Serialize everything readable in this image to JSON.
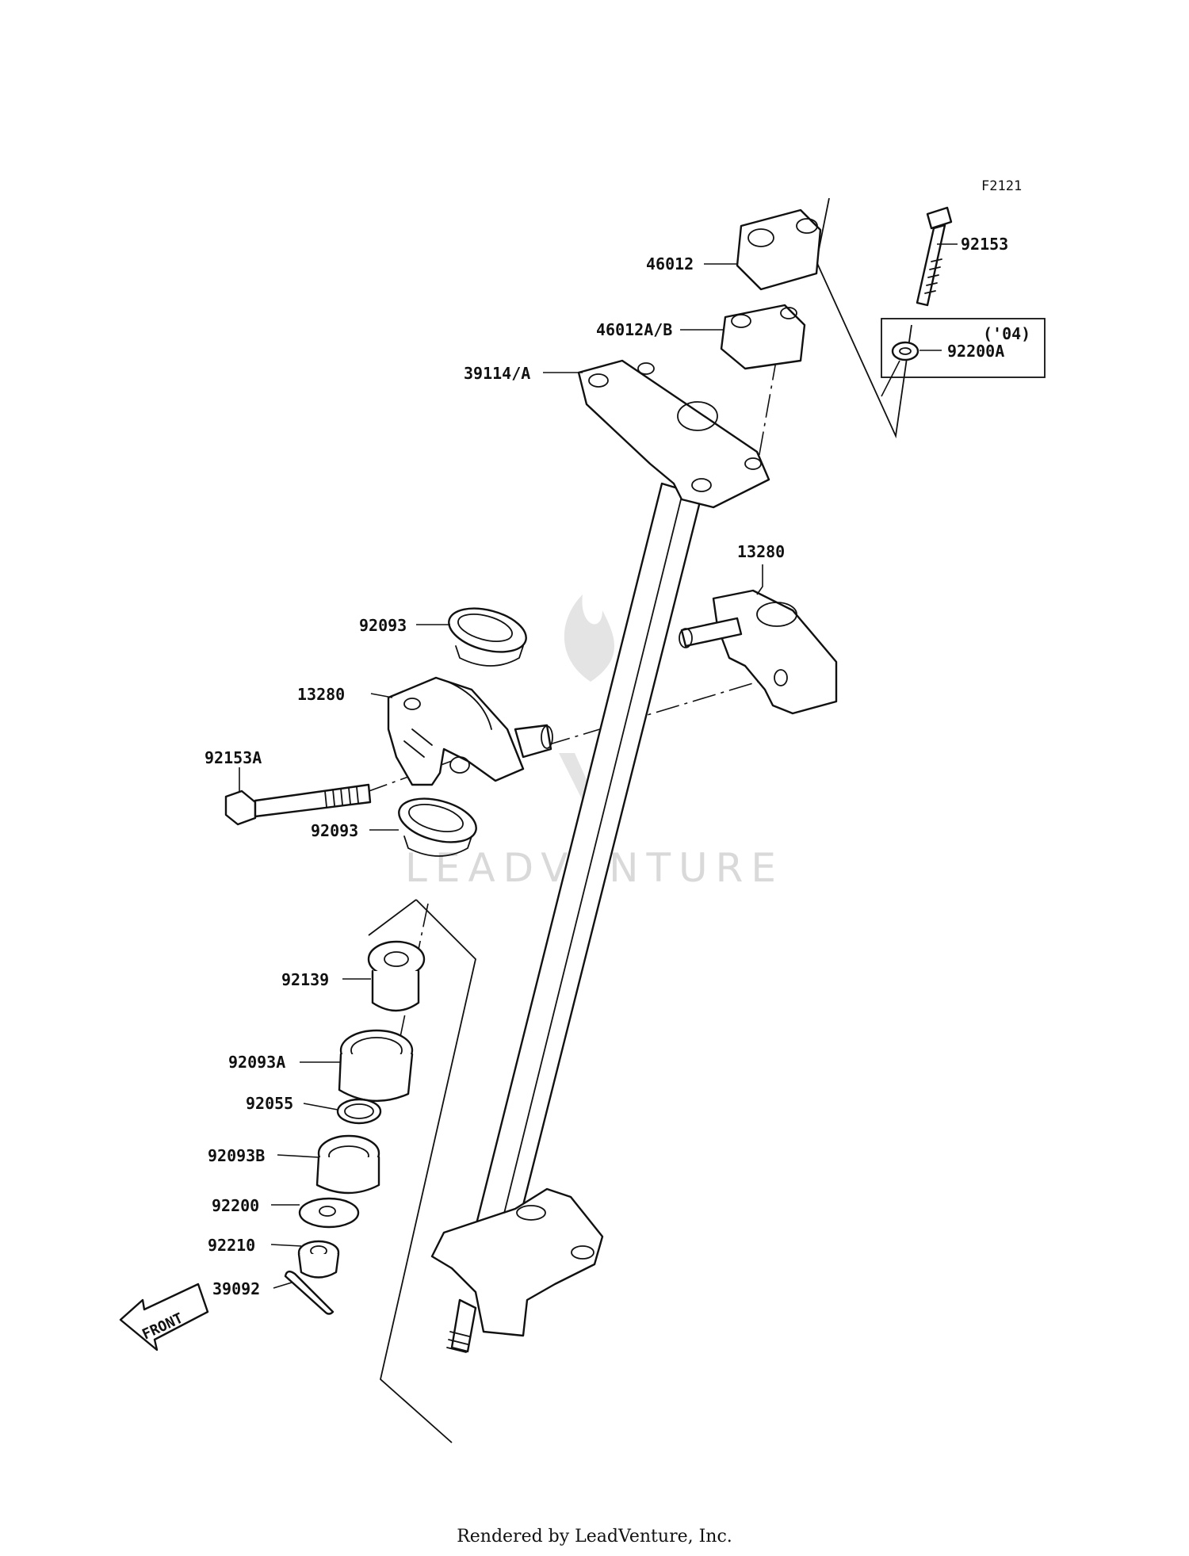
{
  "figure_ref": "F2121",
  "watermark_text": "LEADVENTURE",
  "front_label": "FRONT",
  "footer_text": "Rendered by LeadVenture, Inc.",
  "option_note": "('04)",
  "callouts": {
    "p46012": "46012",
    "p46012ab": "46012A/B",
    "p39114a": "39114/A",
    "p92153": "92153",
    "p92200a": "92200A",
    "p13280_right": "13280",
    "p13280_left": "13280",
    "p92093_top": "92093",
    "p92153a": "92153A",
    "p92093_bottom": "92093",
    "p92139": "92139",
    "p92093a": "92093A",
    "p92055": "92055",
    "p92093b": "92093B",
    "p92200": "92200",
    "p92210": "92210",
    "p39092": "39092"
  }
}
